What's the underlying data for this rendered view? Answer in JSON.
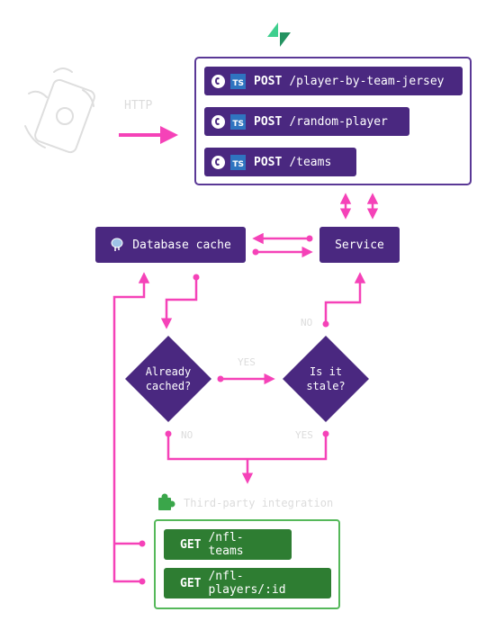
{
  "http_label": "HTTP",
  "endpoints": [
    {
      "method": "POST",
      "path": "/player-by-team-jersey"
    },
    {
      "method": "POST",
      "path": "/random-player"
    },
    {
      "method": "POST",
      "path": "/teams"
    }
  ],
  "database_cache": "Database cache",
  "service": "Service",
  "already_cached": [
    "Already",
    "cached?"
  ],
  "is_stale": [
    "Is it",
    "stale?"
  ],
  "edge_labels": {
    "yes_top": "YES",
    "no_left": "NO",
    "yes_right": "YES",
    "no_service": "NO"
  },
  "integration_label": "Third-party integration",
  "get_endpoints": [
    {
      "method": "GET",
      "path": "/nfl-teams"
    },
    {
      "method": "GET",
      "path": "/nfl-players/:id"
    }
  ],
  "colors": {
    "purple": "#4a2880",
    "pink": "#f542b8",
    "green": "#2e7d32",
    "supabase": "#3ecf8e",
    "typescript": "#2f74c0"
  },
  "icons": [
    "supabase-logo-icon",
    "phone-icon",
    "github-icon",
    "typescript-icon",
    "postgres-icon",
    "puzzle-icon"
  ]
}
